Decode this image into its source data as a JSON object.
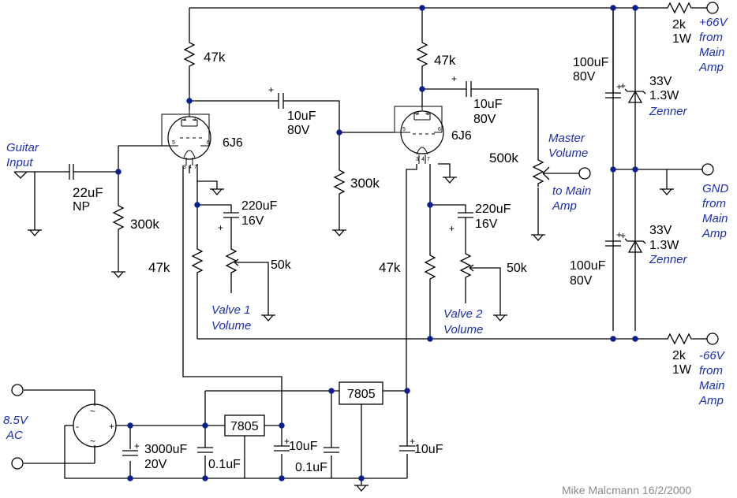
{
  "resistors": {
    "r_plate1": "47k",
    "r_plate2": "47k",
    "r_cathode1": "47k",
    "r_cathode2": "47k",
    "r_grid1": "300k",
    "r_grid2": "300k",
    "r_drop_pos": {
      "value": "2k",
      "rating": "1W"
    },
    "r_drop_neg": {
      "value": "2k",
      "rating": "1W"
    }
  },
  "capacitors": {
    "c_input": {
      "value": "22uF",
      "type": "NP"
    },
    "c_couple1": {
      "value": "10uF",
      "voltage": "80V"
    },
    "c_couple2": {
      "value": "10uF",
      "voltage": "80V"
    },
    "c_cath1": {
      "value": "220uF",
      "voltage": "16V"
    },
    "c_cath2": {
      "value": "220uF",
      "voltage": "16V"
    },
    "c_rail_pos": {
      "value": "100uF",
      "voltage": "80V"
    },
    "c_rail_neg": {
      "value": "100uF",
      "voltage": "80V"
    },
    "c_bulk": {
      "value": "3000uF",
      "voltage": "20V"
    },
    "c_dec1": "0.1uF",
    "c_dec2": "0.1uF",
    "c_reg1": "10uF",
    "c_reg2": "10uF"
  },
  "pots": {
    "master": "500k",
    "vol1": "50k",
    "vol2": "50k"
  },
  "tubes": {
    "v1": "6J6",
    "v2": "6J6"
  },
  "tube_pins": [
    "2",
    "1",
    "5",
    "6",
    "3",
    "4",
    "7"
  ],
  "regulators": {
    "reg1": "7805",
    "reg2": "7805"
  },
  "zeners": {
    "z_pos": {
      "voltage": "33V",
      "power": "1.3W",
      "type": "Zenner"
    },
    "z_neg": {
      "voltage": "33V",
      "power": "1.3W",
      "type": "Zenner"
    }
  },
  "ports": {
    "guitar_in": [
      "Guitar",
      "Input"
    ],
    "pos_supply": [
      "+66V",
      "from",
      "Main",
      "Amp"
    ],
    "gnd": [
      "GND",
      "from",
      "Main",
      "Amp"
    ],
    "neg_supply": [
      "-66V",
      "from",
      "Main",
      "Amp"
    ],
    "ac_in": [
      "8.5V",
      "AC"
    ],
    "to_main": [
      "to Main",
      "Amp"
    ],
    "master_label": [
      "Master",
      "Volume"
    ],
    "valve1_label": [
      "Valve 1",
      "Volume"
    ],
    "valve2_label": [
      "Valve 2",
      "Volume"
    ]
  },
  "signature": "Mike Malcmann 16/2/2000",
  "colors": {
    "wire": "#000000",
    "junction": "#0a1f8f",
    "label": "#1a2fb0",
    "signature": "#8a8a8a"
  }
}
